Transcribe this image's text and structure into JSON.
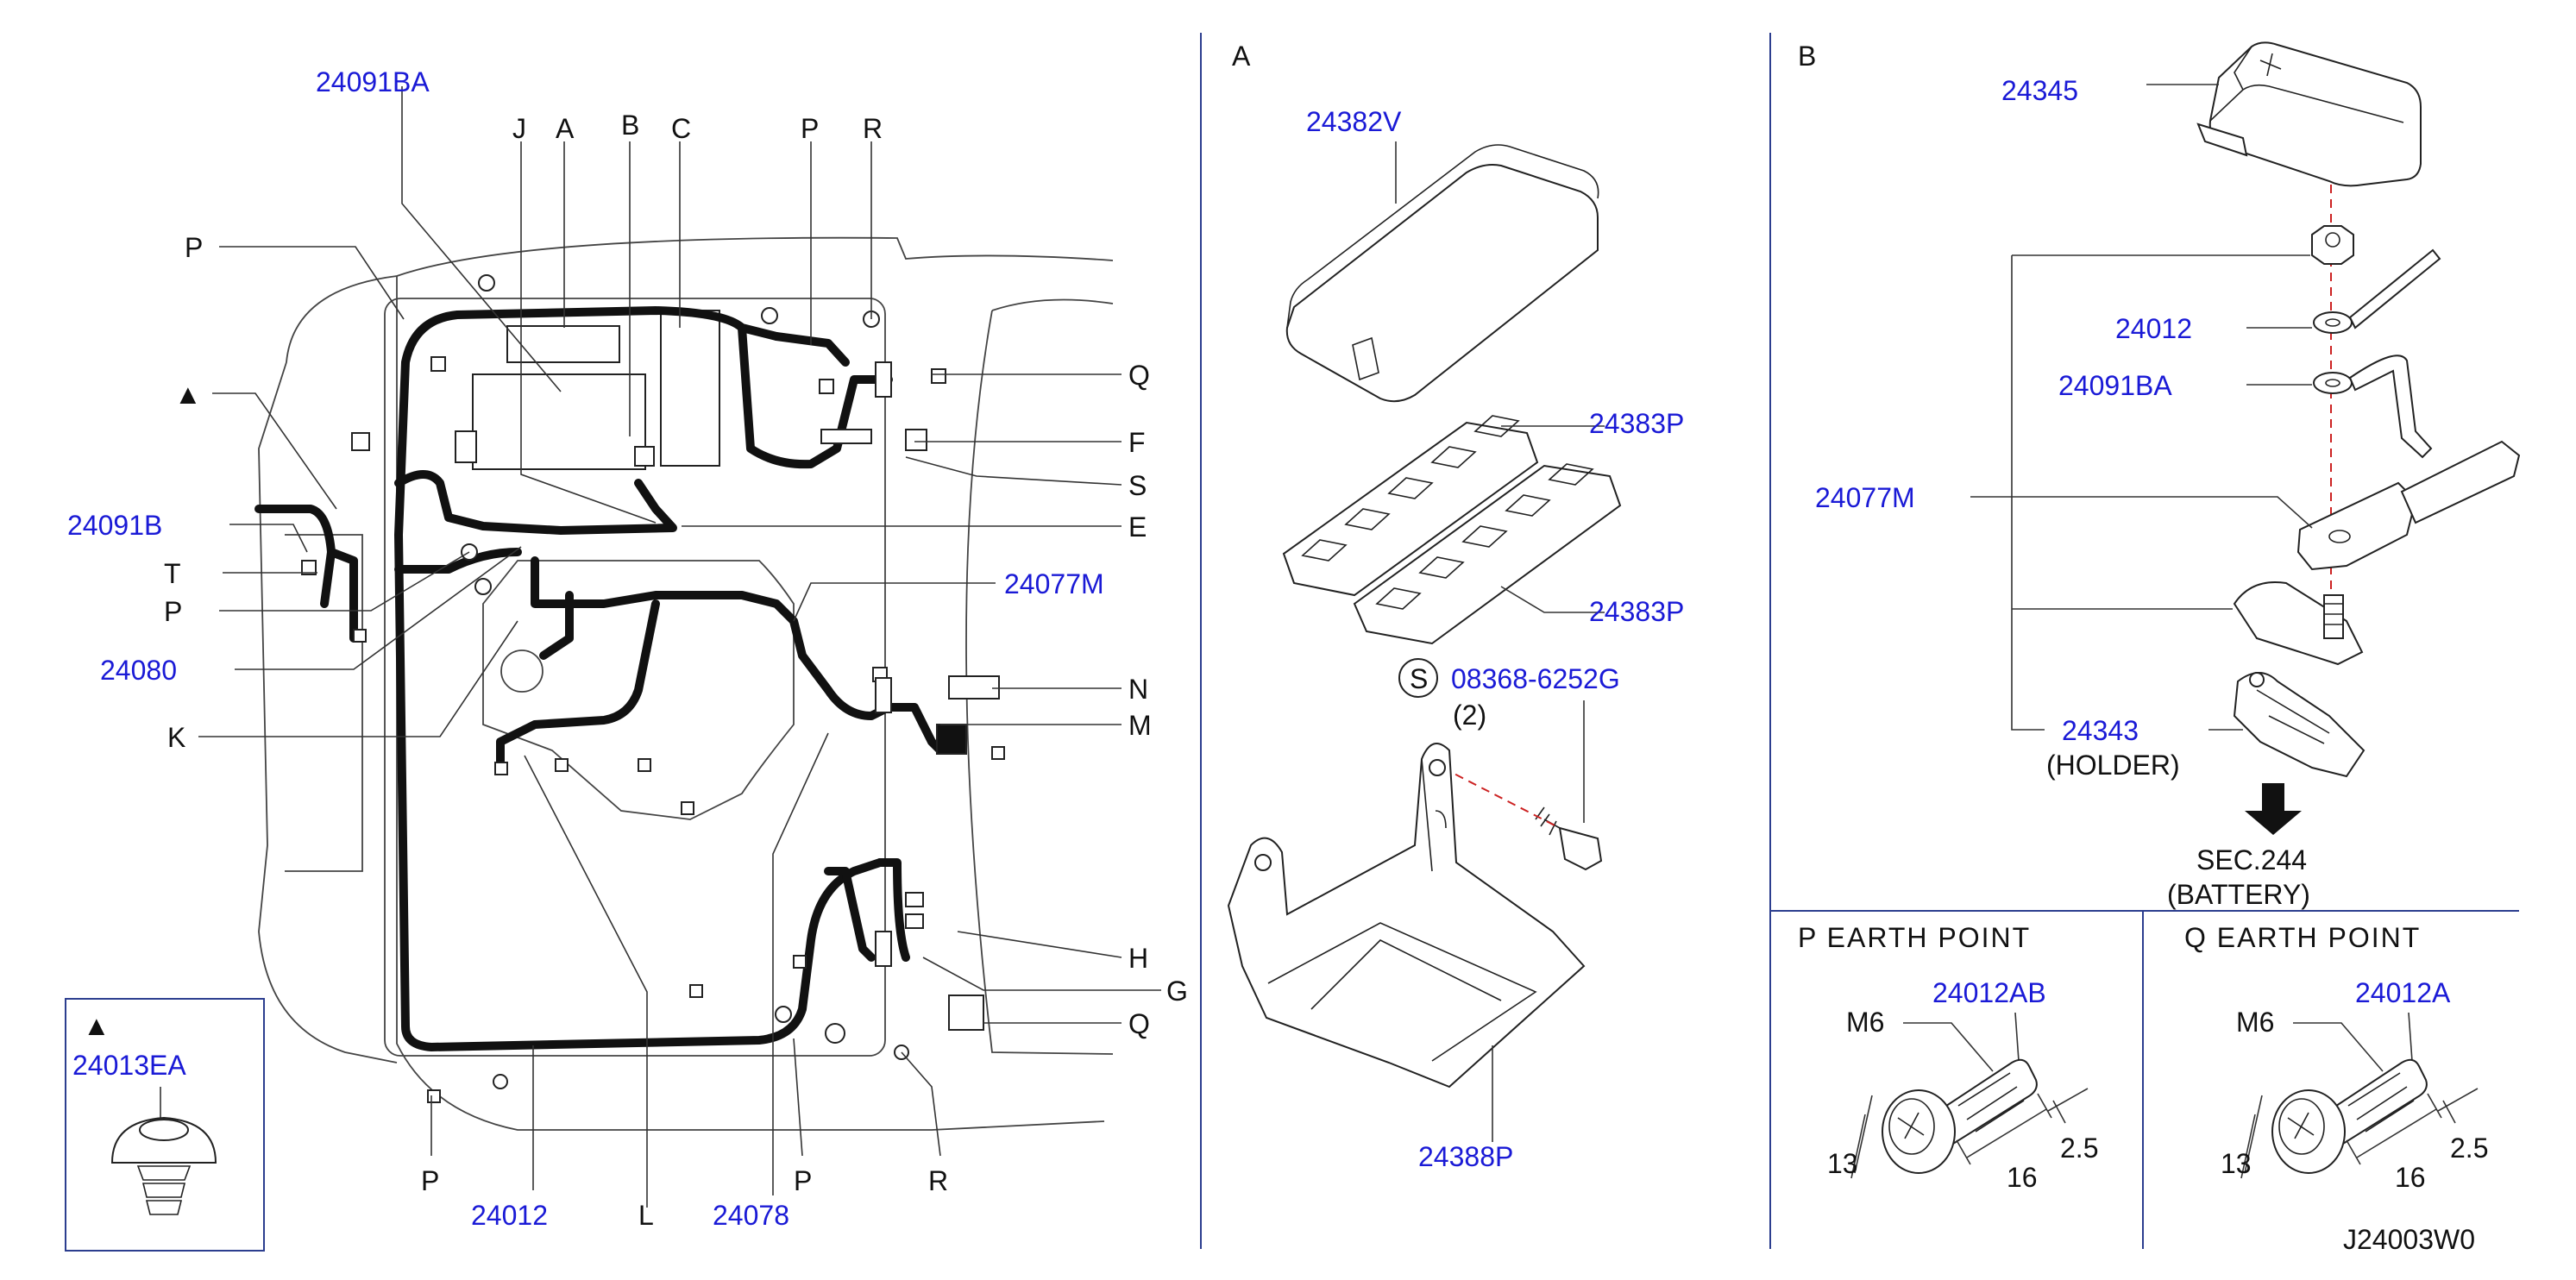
{
  "left_panel": {
    "top_letters": [
      "J",
      "A",
      "B",
      "C",
      "P",
      "R"
    ],
    "left_letters": [
      "P",
      "▲",
      "T",
      "P",
      "K"
    ],
    "right_letters": [
      "Q",
      "F",
      "S",
      "E",
      "N",
      "M",
      "H",
      "G",
      "Q"
    ],
    "bottom_letters": [
      "P",
      "L",
      "P",
      "R"
    ],
    "part_numbers": {
      "top": "24091BA",
      "left_b": "24091B",
      "left_80": "24080",
      "right_77m": "24077M",
      "bottom_12": "24012",
      "bottom_78": "24078"
    },
    "inset": {
      "marker": "▲",
      "part": "24013EA"
    }
  },
  "section_a": {
    "title": "A",
    "parts": {
      "cover": "24382V",
      "fuse_upper": "24383P",
      "fuse_lower": "24383P",
      "screw_symbol": "S",
      "screw": "08368-6252G",
      "screw_qty": "(2)",
      "bracket": "24388P"
    }
  },
  "section_b": {
    "title": "B",
    "parts": {
      "cap": "24345",
      "ring_1": "24012",
      "ring_2": "24091BA",
      "terminal": "24077M",
      "holder": "24343",
      "holder_note": "(HOLDER)",
      "sec": "SEC.244",
      "sec_note": "(BATTERY)"
    }
  },
  "earth_p": {
    "header": "P  EARTH  POINT",
    "part": "24012AB",
    "thread": "M6",
    "dim_head": "13",
    "dim_len": "16",
    "dim_tip": "2.5"
  },
  "earth_q": {
    "header": "Q  EARTH  POINT",
    "part": "24012A",
    "thread": "M6",
    "dim_head": "13",
    "dim_len": "16",
    "dim_tip": "2.5"
  },
  "diagram_code": "J24003W0",
  "colors": {
    "part_number": "#1a1ad6",
    "divider": "#2c3e8f",
    "dashed_axis": "#cc2222"
  }
}
